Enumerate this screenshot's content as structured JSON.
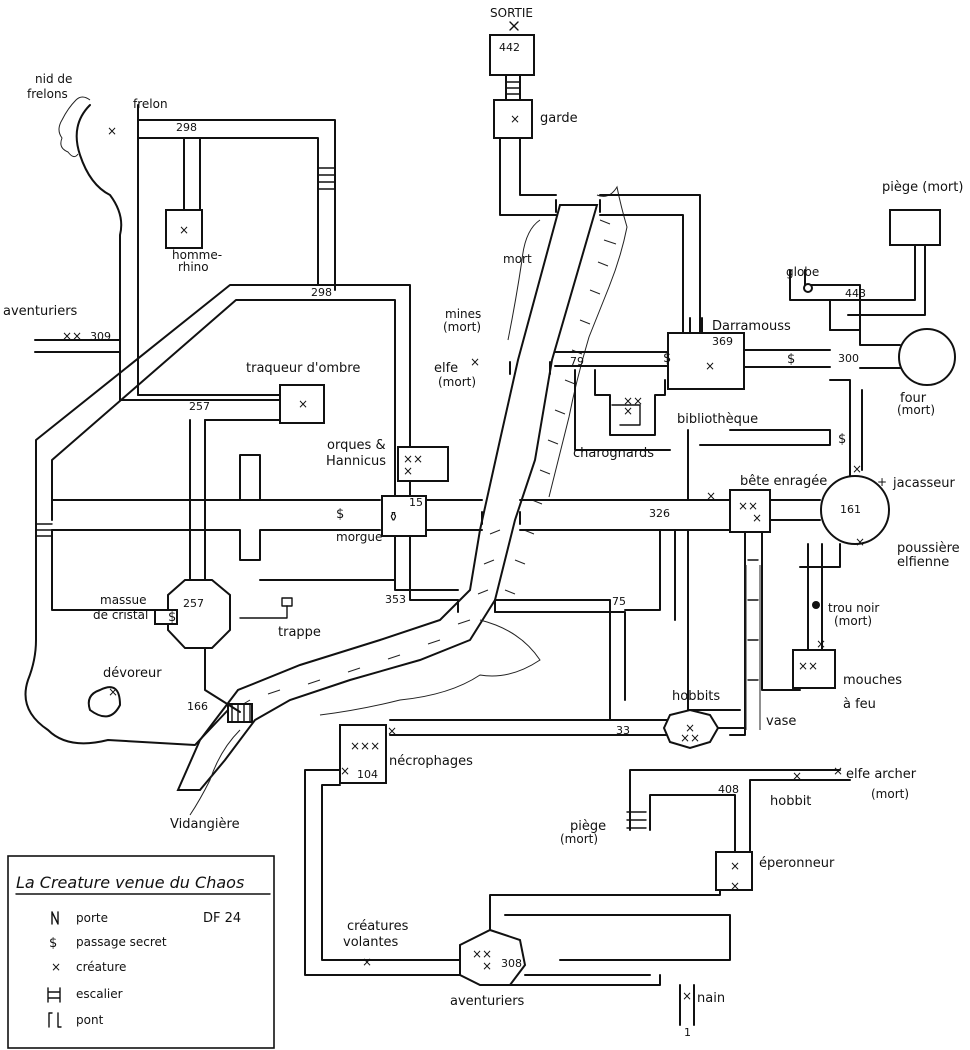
{
  "map_labels": {
    "sortie": "SORTIE",
    "garde": "garde",
    "nid_de": "nid de",
    "frelons": "frelons",
    "frelon": "frelon",
    "homme": "homme-",
    "rhino": "rhino",
    "aventuriers_top": "aventuriers",
    "mort_mines": "mort",
    "mines": "mines",
    "mines_mort": "(mort)",
    "elfe": "elfe",
    "elfe_mort": "(mort)",
    "darramouss": "Darramouss",
    "piege_top": "piège (mort)",
    "globe": "globe",
    "traqueur": "traqueur d'ombre",
    "orques": "orques &",
    "hannicus": "Hannicus",
    "morgue": "morgue",
    "charognards": "charognards",
    "bibliotheque": "bibliothèque",
    "bete": "bête enragée",
    "jacasseur": "jacasseur",
    "four": "four",
    "four_mort": "(mort)",
    "poussiere": "poussière",
    "elfienne": "elfienne",
    "trou_noir": "trou noir",
    "trou_noir_mort": "(mort)",
    "mouches": "mouches",
    "a_feu": "à feu",
    "massue": "massue",
    "de_cristal": "de cristal",
    "trappe": "trappe",
    "devoreur": "dévoreur",
    "hobbits": "hobbits",
    "vase": "vase",
    "necrophages": "nécrophages",
    "vidangiere": "Vidangière",
    "elfe_archer": "elfe archer",
    "elfe_archer_mort": "(mort)",
    "hobbit": "hobbit",
    "piege_bottom": "piège",
    "piege_bottom_mort": "(mort)",
    "eperonneur": "éperonneur",
    "creatures": "créatures",
    "volantes": "volantes",
    "aventuriers_bottom": "aventuriers",
    "nain": "nain"
  },
  "room_numbers": {
    "r442": "442",
    "r298a": "298",
    "r298b": "298",
    "r309": "309",
    "r257a": "257",
    "r257b": "257",
    "r369": "369",
    "r443": "443",
    "r300": "300",
    "r79": "79",
    "r15": "15",
    "r326": "326",
    "r161": "161",
    "r353": "353",
    "r75": "75",
    "r166": "166",
    "r33": "33",
    "r104": "104",
    "r408": "408",
    "r308": "308",
    "r1": "1"
  },
  "legend": {
    "title": "La Creature venue du Chaos",
    "code": "DF 24",
    "items": [
      {
        "symbol": "porte-icon",
        "label": "porte"
      },
      {
        "symbol": "secret-passage-icon",
        "label": "passage secret"
      },
      {
        "symbol": "creature-icon",
        "label": "créature"
      },
      {
        "symbol": "stairs-icon",
        "label": "escalier"
      },
      {
        "symbol": "bridge-icon",
        "label": "pont"
      }
    ]
  }
}
